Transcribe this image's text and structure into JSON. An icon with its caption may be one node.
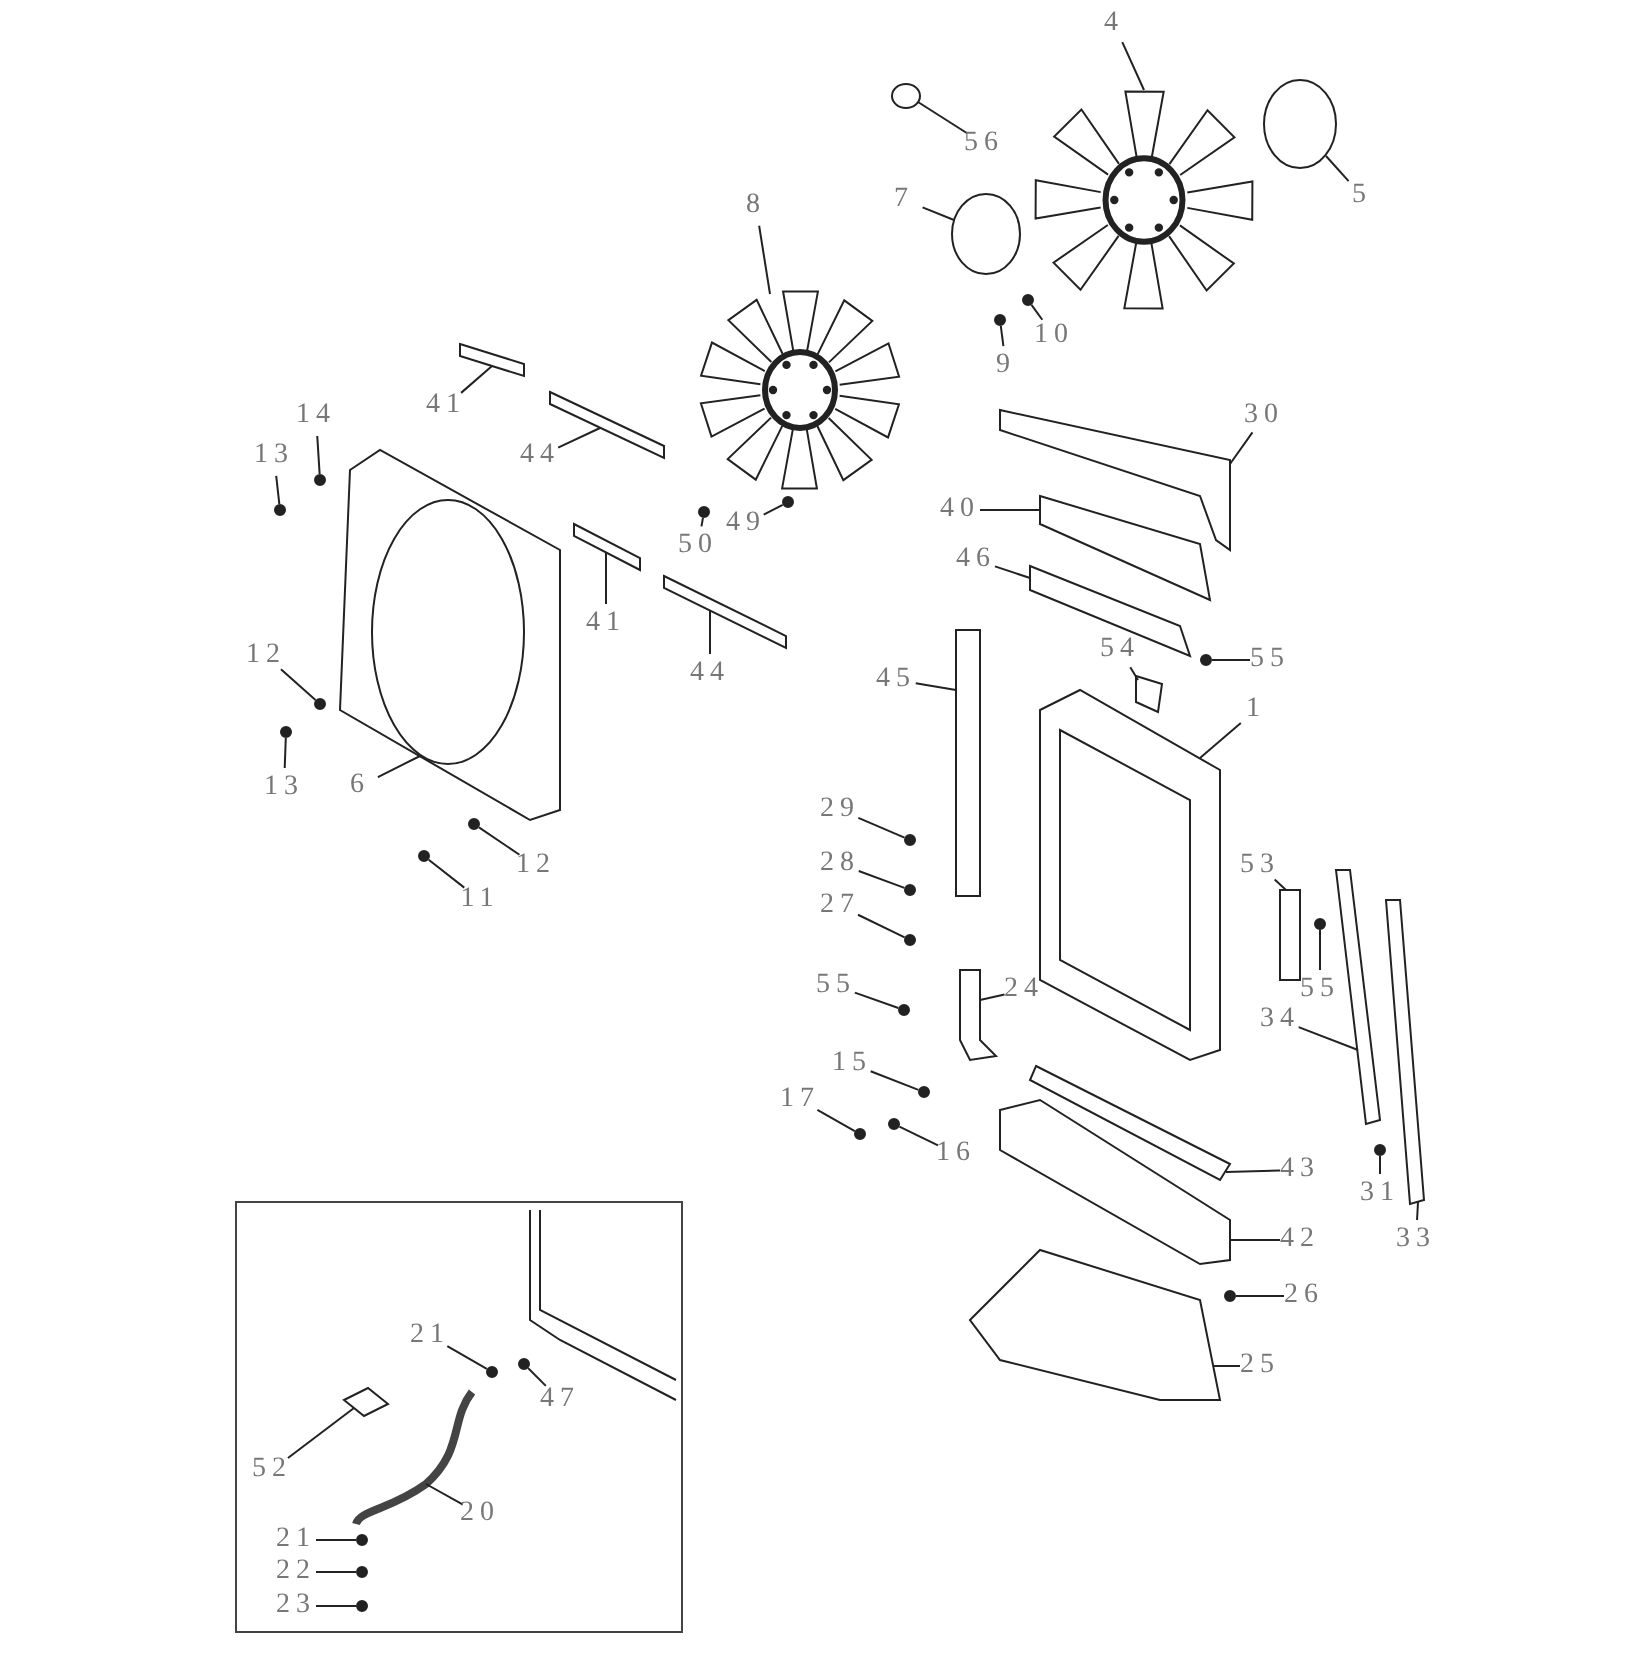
{
  "diagram": {
    "nodes": [
      {
        "text": [
          "4"
        ]
      },
      {
        "text": [
          "5"
        ]
      },
      {
        "text": [
          "56"
        ]
      },
      {
        "text": [
          "7"
        ]
      },
      {
        "text": [
          "9"
        ]
      },
      {
        "text": [
          "10"
        ]
      },
      {
        "text": [
          "8"
        ]
      },
      {
        "text": [
          "30"
        ]
      },
      {
        "text": [
          "40"
        ]
      },
      {
        "text": [
          "46"
        ]
      },
      {
        "text": [
          "41"
        ]
      },
      {
        "text": [
          "44"
        ]
      },
      {
        "text": [
          "14"
        ]
      },
      {
        "text": [
          "13"
        ]
      },
      {
        "text": [
          "50"
        ]
      },
      {
        "text": [
          "49"
        ]
      },
      {
        "text": [
          "41"
        ]
      },
      {
        "text": [
          "44"
        ]
      },
      {
        "text": [
          "45"
        ]
      },
      {
        "text": [
          "54"
        ]
      },
      {
        "text": [
          "55"
        ]
      },
      {
        "text": [
          "1"
        ]
      },
      {
        "text": [
          "12"
        ]
      },
      {
        "text": [
          "13"
        ]
      },
      {
        "text": [
          "6"
        ]
      },
      {
        "text": [
          "12"
        ]
      },
      {
        "text": [
          "11"
        ]
      },
      {
        "text": [
          "29"
        ]
      },
      {
        "text": [
          "28"
        ]
      },
      {
        "text": [
          "27"
        ]
      },
      {
        "text": [
          "55"
        ]
      },
      {
        "text": [
          "24"
        ]
      },
      {
        "text": [
          "53"
        ]
      },
      {
        "text": [
          "55"
        ]
      },
      {
        "text": [
          "34"
        ]
      },
      {
        "text": [
          "15"
        ]
      },
      {
        "text": [
          "17"
        ]
      },
      {
        "text": [
          "16"
        ]
      },
      {
        "text": [
          "43"
        ]
      },
      {
        "text": [
          "31"
        ]
      },
      {
        "text": [
          "33"
        ]
      },
      {
        "text": [
          "42"
        ]
      },
      {
        "text": [
          "26"
        ]
      },
      {
        "text": [
          "25"
        ]
      },
      {
        "text": [
          "21"
        ]
      },
      {
        "text": [
          "47"
        ]
      },
      {
        "text": [
          "52"
        ]
      },
      {
        "text": [
          "20"
        ]
      },
      {
        "text": [
          "21"
        ]
      },
      {
        "text": [
          "22"
        ]
      },
      {
        "text": [
          "23"
        ]
      },
      {
        "text": [],
        "shape": "picture"
      },
      {
        "text": [],
        "shape": "circle"
      },
      {
        "text": [],
        "shape": "circle"
      },
      {
        "text": [],
        "shape": "circle"
      },
      {
        "text": [],
        "shape": "circle"
      },
      {
        "text": [],
        "shape": "circle"
      },
      {
        "text": [],
        "shape": "picture"
      },
      {
        "text": [],
        "shape": "picture"
      },
      {
        "text": [],
        "shape": "picture"
      },
      {
        "text": [],
        "shape": "picture"
      },
      {
        "text": [],
        "shape": "box"
      },
      {
        "text": [],
        "shape": "picture"
      },
      {
        "text": [],
        "shape": "circle"
      },
      {
        "text": [],
        "shape": "circle"
      },
      {
        "text": [],
        "shape": "circle"
      },
      {
        "text": [],
        "shape": "circle"
      },
      {
        "text": [],
        "shape": "picture"
      },
      {
        "text": [],
        "shape": "picture"
      },
      {
        "text": [],
        "shape": "box"
      },
      {
        "text": [],
        "shape": "picture"
      },
      {
        "text": [],
        "shape": "circle"
      },
      {
        "text": [],
        "shape": "box"
      },
      {
        "text": [],
        "shape": "circle"
      },
      {
        "text": [],
        "shape": "circle"
      },
      {
        "text": [],
        "shape": "picture"
      },
      {
        "text": [],
        "shape": "circle"
      },
      {
        "text": [],
        "shape": "circle"
      },
      {
        "text": [],
        "shape": "circle"
      },
      {
        "text": [],
        "shape": "circle"
      },
      {
        "text": [],
        "shape": "circle"
      },
      {
        "text": [],
        "shape": "circle"
      },
      {
        "text": [],
        "shape": "picture"
      },
      {
        "text": [],
        "shape": "box"
      },
      {
        "text": [],
        "shape": "circle"
      },
      {
        "text": [],
        "shape": "picture"
      },
      {
        "text": [],
        "shape": "circle"
      },
      {
        "text": [],
        "shape": "circle"
      },
      {
        "text": [],
        "shape": "circle"
      },
      {
        "text": [],
        "shape": "picture"
      },
      {
        "text": [],
        "shape": "circle"
      },
      {
        "text": [],
        "shape": "picture"
      },
      {
        "text": [],
        "shape": "picture"
      },
      {
        "text": [],
        "shape": "circle"
      },
      {
        "text": [],
        "shape": "picture"
      },
      {
        "text": [],
        "shape": "circle"
      },
      {
        "text": [],
        "shape": "circle"
      },
      {
        "text": [],
        "shape": "picture"
      },
      {
        "text": [],
        "shape": "picture"
      },
      {
        "text": [],
        "shape": "circle"
      },
      {
        "text": [],
        "shape": "circle"
      },
      {
        "text": [],
        "shape": "circle"
      }
    ],
    "edges": [
      {
        "from": 0,
        "to": 51,
        "arrow": "none"
      },
      {
        "from": 1,
        "to": 52,
        "arrow": "none"
      },
      {
        "from": 2,
        "to": 53,
        "arrow": "none"
      },
      {
        "from": 3,
        "to": 54,
        "arrow": "none"
      },
      {
        "from": 4,
        "to": 55,
        "arrow": "none"
      },
      {
        "from": 5,
        "to": 56,
        "arrow": "none"
      },
      {
        "from": 6,
        "to": 57,
        "arrow": "none"
      },
      {
        "from": 7,
        "to": 58,
        "arrow": "none"
      },
      {
        "from": 8,
        "to": 59,
        "arrow": "none"
      },
      {
        "from": 9,
        "to": 60,
        "arrow": "none"
      },
      {
        "from": 10,
        "to": 61,
        "arrow": "none"
      },
      {
        "from": 11,
        "to": 62,
        "arrow": "none"
      },
      {
        "from": 12,
        "to": 63,
        "arrow": "none"
      },
      {
        "from": 13,
        "to": 64,
        "arrow": "none"
      },
      {
        "from": 14,
        "to": 65,
        "arrow": "none"
      },
      {
        "from": 15,
        "to": 66,
        "arrow": "none"
      },
      {
        "from": 16,
        "to": 67,
        "arrow": "none"
      },
      {
        "from": 17,
        "to": 68,
        "arrow": "none"
      },
      {
        "from": 18,
        "to": 69,
        "arrow": "none"
      },
      {
        "from": 19,
        "to": 70,
        "arrow": "none"
      },
      {
        "from": 20,
        "to": 71,
        "arrow": "none"
      },
      {
        "from": 21,
        "to": 72,
        "arrow": "none"
      },
      {
        "from": 22,
        "to": 73,
        "arrow": "none"
      },
      {
        "from": 23,
        "to": 74,
        "arrow": "none"
      },
      {
        "from": 24,
        "to": 75,
        "arrow": "none"
      },
      {
        "from": 25,
        "to": 76,
        "arrow": "none"
      },
      {
        "from": 26,
        "to": 77,
        "arrow": "none"
      },
      {
        "from": 27,
        "to": 78,
        "arrow": "none"
      },
      {
        "from": 28,
        "to": 79,
        "arrow": "none"
      },
      {
        "from": 29,
        "to": 80,
        "arrow": "none"
      },
      {
        "from": 30,
        "to": 81,
        "arrow": "none"
      },
      {
        "from": 31,
        "to": 82,
        "arrow": "none"
      },
      {
        "from": 32,
        "to": 83,
        "arrow": "none"
      },
      {
        "from": 33,
        "to": 84,
        "arrow": "none"
      },
      {
        "from": 34,
        "to": 85,
        "arrow": "none"
      },
      {
        "from": 35,
        "to": 86,
        "arrow": "none"
      },
      {
        "from": 36,
        "to": 87,
        "arrow": "none"
      },
      {
        "from": 37,
        "to": 88,
        "arrow": "none"
      },
      {
        "from": 38,
        "to": 89,
        "arrow": "none"
      },
      {
        "from": 39,
        "to": 90,
        "arrow": "none"
      },
      {
        "from": 40,
        "to": 91,
        "arrow": "none"
      },
      {
        "from": 41,
        "to": 92,
        "arrow": "none"
      },
      {
        "from": 42,
        "to": 93,
        "arrow": "none"
      },
      {
        "from": 43,
        "to": 94,
        "arrow": "none"
      },
      {
        "from": 44,
        "to": 95,
        "arrow": "none"
      },
      {
        "from": 45,
        "to": 96,
        "arrow": "none"
      },
      {
        "from": 46,
        "to": 97,
        "arrow": "none"
      },
      {
        "from": 47,
        "to": 98,
        "arrow": "none"
      },
      {
        "from": 48,
        "to": 99,
        "arrow": "none"
      },
      {
        "from": 49,
        "to": 100,
        "arrow": "none"
      },
      {
        "from": 50,
        "to": 101,
        "arrow": "none"
      }
    ]
  }
}
